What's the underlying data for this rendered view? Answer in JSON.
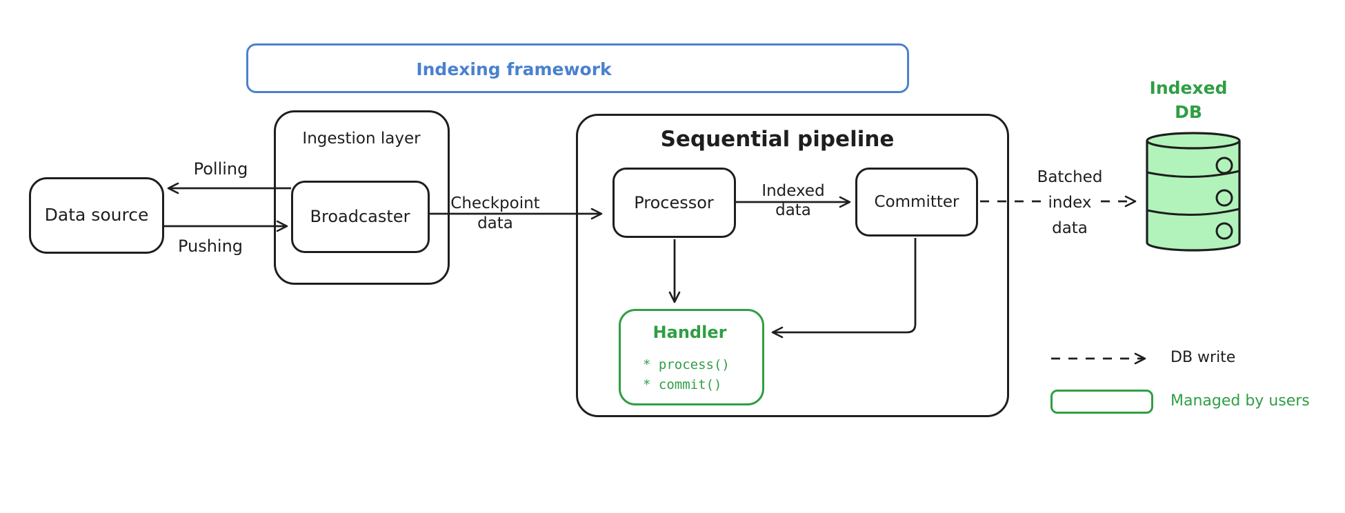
{
  "framework": {
    "label": "Indexing framework"
  },
  "nodes": {
    "data_source": {
      "label": "Data source"
    },
    "ingestion_layer": {
      "label": "Ingestion layer"
    },
    "broadcaster": {
      "label": "Broadcaster"
    },
    "sequential_pipeline": {
      "label": "Sequential pipeline"
    },
    "processor": {
      "label": "Processor"
    },
    "committer": {
      "label": "Committer"
    },
    "handler": {
      "title": "Handler",
      "methods": [
        "* process()",
        "* commit()"
      ]
    },
    "indexed_db": {
      "line1": "Indexed",
      "line2": "DB"
    }
  },
  "edges": {
    "polling": {
      "label": "Polling"
    },
    "pushing": {
      "label": "Pushing"
    },
    "checkpoint": {
      "line1": "Checkpoint",
      "line2": "data"
    },
    "indexed": {
      "line1": "Indexed",
      "line2": "data"
    },
    "batched": {
      "line1": "Batched",
      "line2": "index",
      "line3": "data"
    }
  },
  "legend": {
    "db_write_label": "DB write",
    "managed_label": "Managed by users"
  },
  "colors": {
    "stroke": "#1e1e1e",
    "blue": "#4a81cf",
    "green": "#2f9e44",
    "green_fill": "#b2f2bb"
  }
}
